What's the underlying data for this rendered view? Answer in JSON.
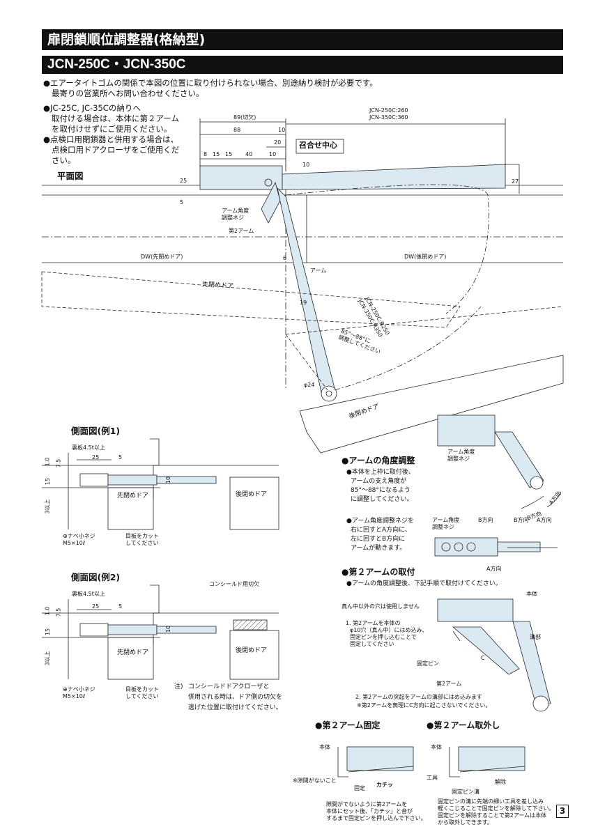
{
  "header": {
    "title": "扉閉鎖順位調整器(格納型)",
    "model": "JCN-250C・JCN-350C"
  },
  "notes": {
    "n1_line1": "エアータイトゴムの関係で本図の位置に取り付けられない場合、別途納り検討が必要です。",
    "n1_line2": "最寄りの営業所へお問い合わせください。",
    "n2_line1": "JC-25C, JC-35Cの納りへ",
    "n2_line2": "取付ける場合は、本体に第２アーム",
    "n2_line3": "を取付けせずにご使用ください。",
    "n3_line1": "点検口用閉鎖器と併用する場合は、",
    "n3_line2": "点検口用ドアクローザをご使用くだ",
    "n3_line3": "さい。"
  },
  "plan": {
    "title": "平面図",
    "dims": {
      "d89": "89(切欠)",
      "d88": "88",
      "d10a": "10",
      "d20": "20",
      "d8": "8",
      "d15a": "15",
      "d15b": "15",
      "d40": "40",
      "d10b": "10",
      "d10c": "10",
      "d25": "25",
      "d5": "5",
      "d27": "27",
      "d6": "6",
      "d19": "19",
      "phi24": "φ24"
    },
    "length1": "JCN-250C:260",
    "length2": "JCN-350C:360",
    "center_label": "召合せ中心",
    "arm_angle_screw1": "アーム角度",
    "arm_angle_screw2": "調整ネジ",
    "second_arm": "第2アーム",
    "arm": "アーム",
    "dw_first": "DW(先閉めドア)",
    "dw_after": "DW(後閉めドア)",
    "first_door": "先閉めドア",
    "after_door": "後閉めドア",
    "radius1": "JCN-250C:R250",
    "radius2": "JCN-350C:R350",
    "angle1": "85°〜88°に",
    "angle2": "調整してください"
  },
  "side1": {
    "title": "側面図(例1)",
    "back_plate": "裏板4.5t以上",
    "d1_0": "1.0",
    "d7_5": "7.5",
    "d15": "15",
    "d3": "3以上",
    "d25": "25",
    "d5": "5",
    "d10": "10",
    "first_door": "先閉めドア",
    "after_door": "後閉めドア",
    "screw1": "⊕ナベ小ネジ",
    "screw2": "M5×10ℓ",
    "cut1": "目板をカット",
    "cut2": "してください"
  },
  "side2": {
    "title": "側面図(例2)",
    "concealed_cut": "コンシールド用切欠",
    "back_plate": "裏板4.5t以上",
    "d1_0": "1.0",
    "d7_5": "7.5",
    "d15": "15",
    "d3": "3以上",
    "d25": "25",
    "d5": "5",
    "d10": "10",
    "first_door": "先閉めドア",
    "after_door": "後閉めドア",
    "screw1": "⊕ナベ小ネジ",
    "screw2": "M5×10ℓ",
    "cut1": "目板をカット",
    "cut2": "してください",
    "note_mark": "注)",
    "note1": "コンシールドドアクローザと",
    "note2": "併用される時は、ドア側の切欠を",
    "note3": "逃げた位置に取付けてください。"
  },
  "arm_adjust": {
    "title": "アームの角度調整",
    "t1_1": "●本体を上枠に取付後、",
    "t1_2": "アームの支え角度が",
    "t1_3": "85°〜88°になるよう",
    "t1_4": "に調整してください。",
    "t2_1": "●アーム角度調整ネジを",
    "t2_2": "右に回すとA方向に、",
    "t2_3": "左に回すとB方向に",
    "t2_4": "アームが動きます。",
    "screw1": "アーム角度",
    "screw2": "調整ネジ",
    "dir_a": "A方向",
    "dir_b": "B方向"
  },
  "second_arm_install": {
    "title": "第２アームの取付",
    "intro": "●アームの角度調整後、下記手順で取付けてください。",
    "body": "本体",
    "hole_note": "真ん中以外の穴は使用しません",
    "step1_1": "1. 第2アームを本体の",
    "step1_2": "φ10穴（真ん中）にはめ込み、",
    "step1_3": "固定ピンを押し込むことで",
    "step1_4": "固定してください",
    "fix_pin": "固定ピン",
    "groove": "溝部",
    "second_arm": "第2アーム",
    "dir_c": "C",
    "step2": "2. 第2アームの突起をアームの溝部にはめ込みます",
    "step2_note": "※第2アームを無理にC方向に起こさないでください。"
  },
  "fix": {
    "title": "第２アーム固定",
    "body": "本体",
    "no_gap": "※隙間がないこと",
    "fixed": "固定",
    "click": "カチッ",
    "d1": "隙間がでないように第2アームを",
    "d2": "本体にセット後、「カチッ」と音が",
    "d3": "するまで固定ピンを押し込んで下さい。"
  },
  "remove": {
    "title": "第２アーム取外し",
    "body": "本体",
    "tool": "工具",
    "release": "解除",
    "pin_groove": "固定ピン溝",
    "d1": "固定ピンの溝に先端の細い工具を差し込み",
    "d2": "軽くこじることで固定ピンを解除して下さい。",
    "d3": "固定ピンを解除することで第2アームは本体",
    "d4": "から取外しできます。"
  },
  "page_number": "3",
  "colors": {
    "part_fill": "#dbe9f3",
    "line": "#222222"
  }
}
